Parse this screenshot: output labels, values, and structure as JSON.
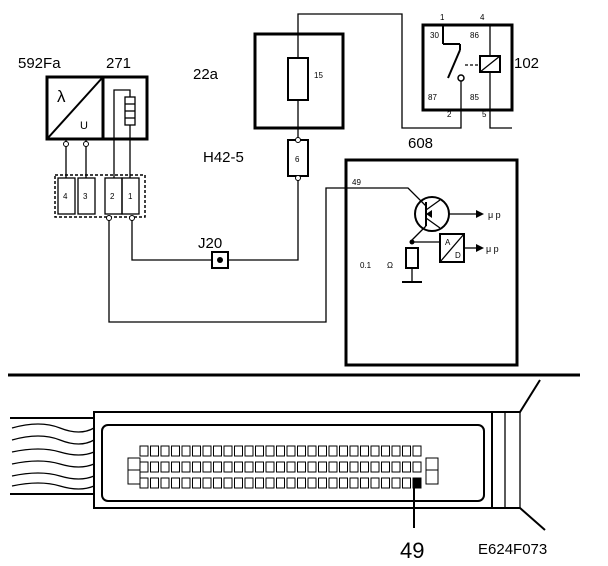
{
  "components": {
    "sensor": {
      "label": "592Fa",
      "symbol": "λ",
      "unit": "U"
    },
    "heater": {
      "label": "271"
    },
    "fuse_box": {
      "label": "22a",
      "fuse": "15"
    },
    "relay": {
      "label": "102",
      "pins": {
        "p1": "1",
        "p4": "4",
        "p30": "30",
        "p86": "86",
        "p87": "87",
        "p85": "85",
        "p2": "2",
        "p5": "5"
      }
    },
    "connector_h": {
      "label": "H42-5",
      "pin": "6"
    },
    "splice": {
      "label": "J20"
    },
    "ecu": {
      "label": "608",
      "pin": "49",
      "resistor": "0.1",
      "ohm": "Ω",
      "adc_top": "A",
      "adc_bottom": "D",
      "mu_p_1": "μ p",
      "mu_p_2": "μ p"
    },
    "plug": {
      "pins": [
        "4",
        "3",
        "2",
        "1"
      ]
    }
  },
  "bottom": {
    "pin_callout": "49",
    "figure_code": "E624F073"
  }
}
